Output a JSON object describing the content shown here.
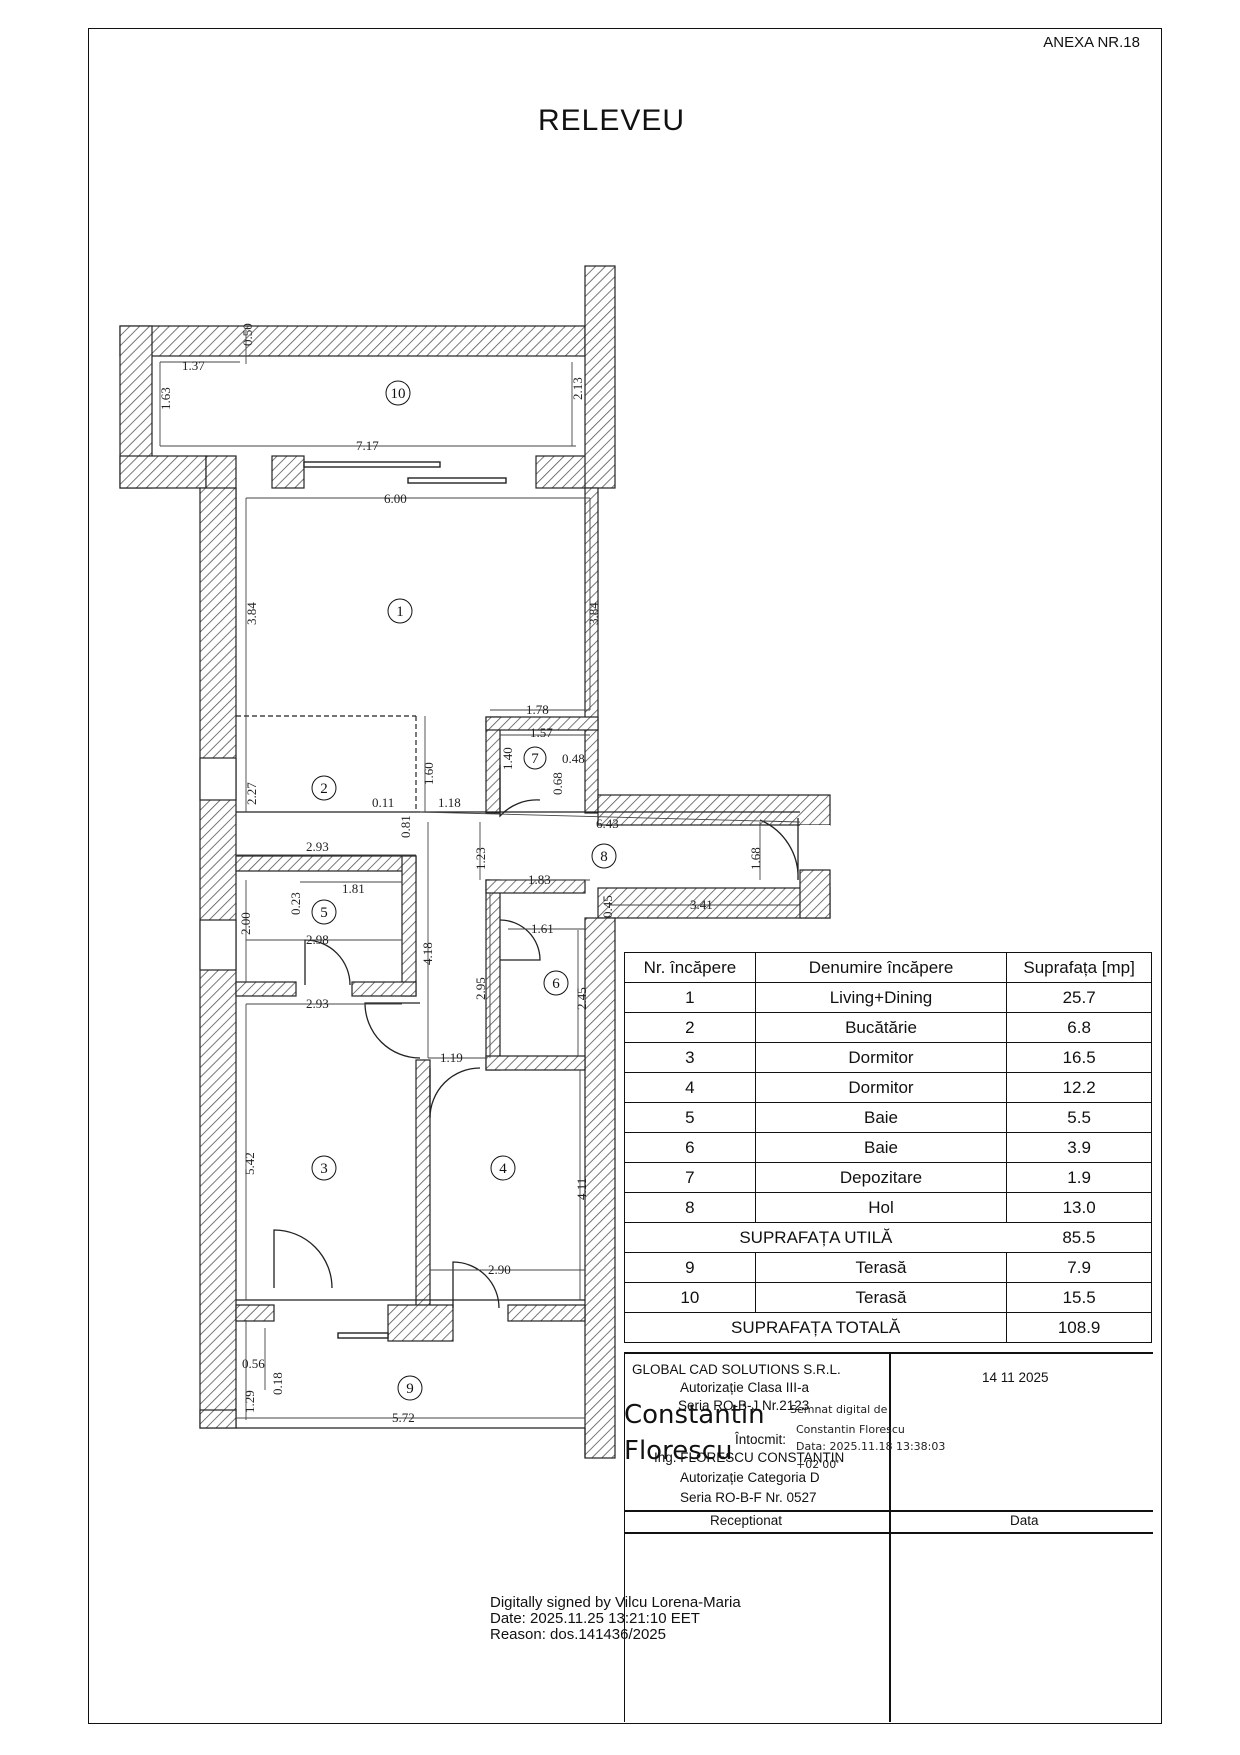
{
  "header": {
    "annex": "ANEXA NR.18",
    "title": "RELEVEU"
  },
  "rooms_plan": [
    {
      "id": "1",
      "label": "1"
    },
    {
      "id": "2",
      "label": "2"
    },
    {
      "id": "3",
      "label": "3"
    },
    {
      "id": "4",
      "label": "4"
    },
    {
      "id": "5",
      "label": "5"
    },
    {
      "id": "6",
      "label": "6"
    },
    {
      "id": "7",
      "label": "7"
    },
    {
      "id": "8",
      "label": "8"
    },
    {
      "id": "9",
      "label": "9"
    },
    {
      "id": "10",
      "label": "10"
    }
  ],
  "dimensions": {
    "d_050": "0.50",
    "d_137": "1.37",
    "d_163": "1.63",
    "d_213": "2.13",
    "d_717": "7.17",
    "d_600": "6.00",
    "d_384a": "3.84",
    "d_384b": "3.84",
    "d_178": "1.78",
    "d_157": "1.57",
    "d_140": "1.40",
    "d_048": "0.48",
    "d_068": "0.68",
    "d_160": "1.60",
    "d_227": "2.27",
    "d_011": "0.11",
    "d_118": "1.18",
    "d_081": "0.81",
    "d_643": "6.43",
    "d_293a": "2.93",
    "d_123": "1.23",
    "d_168": "1.68",
    "d_183": "1.83",
    "d_045": "0.45",
    "d_341": "3.41",
    "d_023": "0.23",
    "d_181": "1.81",
    "d_200": "2.00",
    "d_298": "2.98",
    "d_161": "1.61",
    "d_418": "4.18",
    "d_295": "2.95",
    "d_245": "2.45",
    "d_293b": "2.93",
    "d_119": "1.19",
    "d_542": "5.42",
    "d_411": "4.11",
    "d_290": "2.90",
    "d_056": "0.56",
    "d_018": "0.18",
    "d_129": "1.29",
    "d_572": "5.72"
  },
  "room_table": {
    "headers": [
      "Nr. încăpere",
      "Denumire încăpere",
      "Suprafața [mp]"
    ],
    "rows": [
      {
        "nr": "1",
        "name": "Living+Dining",
        "area": "25.7"
      },
      {
        "nr": "2",
        "name": "Bucătărie",
        "area": "6.8"
      },
      {
        "nr": "3",
        "name": "Dormitor",
        "area": "16.5"
      },
      {
        "nr": "4",
        "name": "Dormitor",
        "area": "12.2"
      },
      {
        "nr": "5",
        "name": "Baie",
        "area": "5.5"
      },
      {
        "nr": "6",
        "name": "Baie",
        "area": "3.9"
      },
      {
        "nr": "7",
        "name": "Depozitare",
        "area": "1.9"
      },
      {
        "nr": "8",
        "name": "Hol",
        "area": "13.0"
      }
    ],
    "useful_label": "SUPRAFAȚA UTILĂ",
    "useful_value": "85.5",
    "terrace_rows": [
      {
        "nr": "9",
        "name": "Terasă",
        "area": "7.9"
      },
      {
        "nr": "10",
        "name": "Terasă",
        "area": "15.5"
      }
    ],
    "total_label": "SUPRAFAȚA TOTALĂ",
    "total_value": "108.9"
  },
  "title_block": {
    "company": "GLOBAL CAD SOLUTIONS S.R.L.",
    "authorization": "Autorizație Clasa III-a",
    "series": "Seria RO-B-J Nr.2123",
    "date": "14 11 2025",
    "prepared_label": "Întocmit:",
    "engineer": "Ing. FLORESCU CONSTANTIN",
    "eng_authorization": "Autorizație Categoria D",
    "eng_series": "Seria RO-B-F Nr. 0527",
    "signature_name_line1": "Constantin",
    "signature_name_line2": "Florescu",
    "signature_note1": "Semnat digital de",
    "signature_note2": "Constantin Florescu",
    "signature_note3": "Data: 2025.11.18 13:38:03",
    "signature_note4": "+02'00'",
    "received_label": "Receptionat",
    "data_label": "Data"
  },
  "digital_signature": {
    "line1": "Digitally signed by Vilcu Lorena-Maria",
    "line2": "Date: 2025.11.25 13:21:10 EET",
    "line3": "Reason: dos.141436/2025"
  }
}
